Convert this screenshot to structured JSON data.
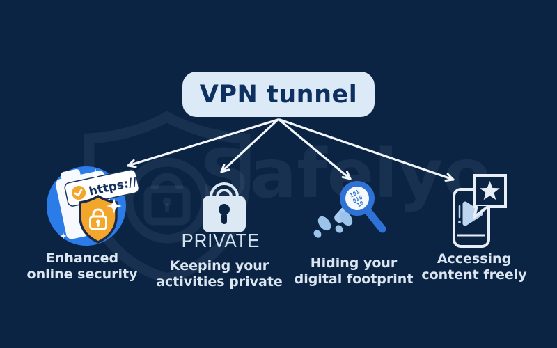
{
  "title": {
    "label": "VPN tunnel"
  },
  "watermark": {
    "brand": "Safelyo"
  },
  "icons": {
    "https_label": "https://",
    "private_label": "PRIVATE",
    "lens_digits": [
      "101",
      "010",
      "10"
    ]
  },
  "benefits": [
    {
      "name": "enhanced-online-security",
      "line1": "Enhanced",
      "line2": "online security"
    },
    {
      "name": "keeping-activities-private",
      "line1": "Keeping your",
      "line2": "activities private"
    },
    {
      "name": "hiding-digital-footprint",
      "line1": "Hiding your",
      "line2": "digital footprint"
    },
    {
      "name": "accessing-content-freely",
      "line1": "Accessing",
      "line2": "content freely"
    }
  ],
  "colors": {
    "background": "#0B2444",
    "pill_bg": "#DCE9F6",
    "pill_text": "#0E3060",
    "caption_text": "#DCE6F1",
    "arrow": "#F2F6FB",
    "icon_blue": "#2B7CE9",
    "accent_orange": "#F2A62C",
    "light_blue": "#9CC3EA",
    "lock_light": "#DCE8F4"
  }
}
